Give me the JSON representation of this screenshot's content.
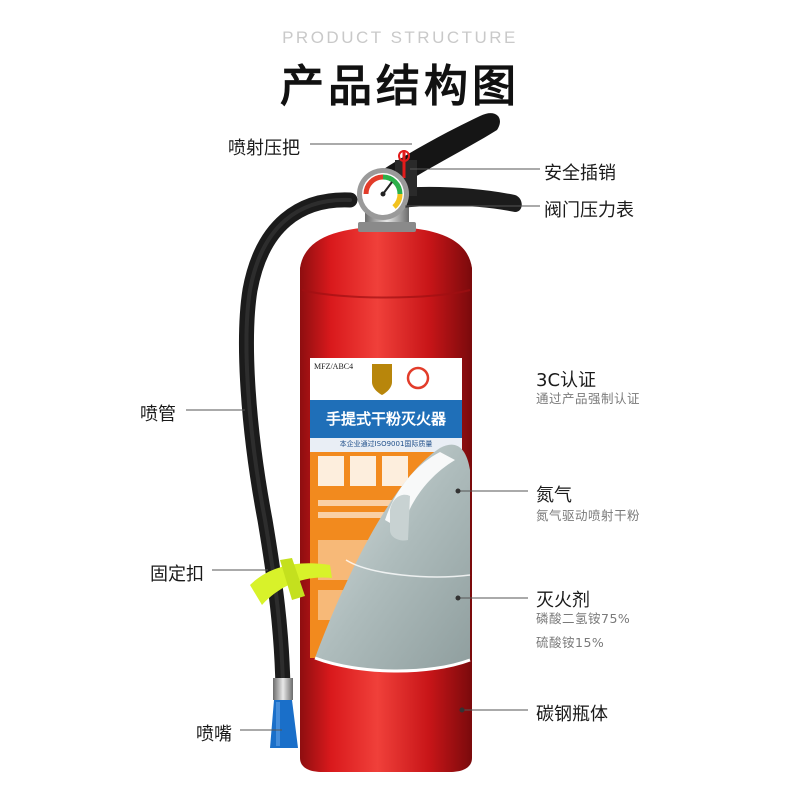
{
  "header": {
    "subtitle": "PRODUCT STRUCTURE",
    "title": "产品结构图"
  },
  "product_label": {
    "model": "MFZ/ABC4",
    "name": "手提式干粉灭火器",
    "note": "本企业通过ISO9001国际质量"
  },
  "callouts": {
    "handle": "喷射压把",
    "pin": "安全插销",
    "gauge": "阀门压力表",
    "cert": "3C认证",
    "cert_desc": "通过产品强制认证",
    "hose": "喷管",
    "nitrogen": "氮气",
    "nitrogen_desc": "氮气驱动喷射干粉",
    "agent": "灭火剂",
    "agent_desc1": "磷酸二氢铵75%",
    "agent_desc2": "硫酸铵15%",
    "clip": "固定扣",
    "body": "碳钢瓶体",
    "nozzle": "喷嘴"
  },
  "colors": {
    "cylinder_red": "#d9191c",
    "label_blue": "#1f6fb8",
    "label_orange": "#f28a1e",
    "clip_yellow": "#d8f22a",
    "nozzle_blue": "#1a6fc9",
    "cutaway_gray": "#a8b6b6"
  }
}
